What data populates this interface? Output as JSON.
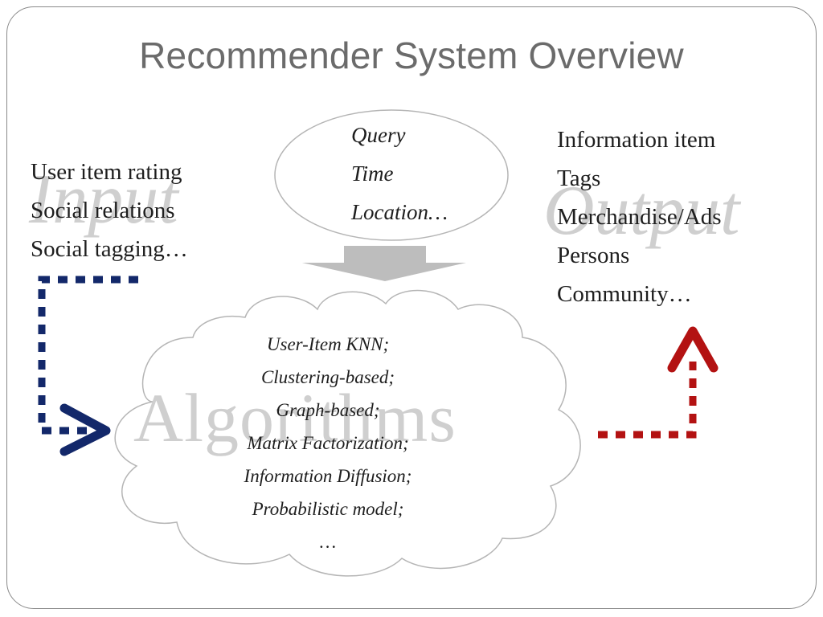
{
  "slide": {
    "title": "Recommender System Overview"
  },
  "watermarks": {
    "input": "Input",
    "output": "Output",
    "algorithms": "Algorithms"
  },
  "input_items": [
    "User item rating",
    "Social relations",
    "Social tagging…"
  ],
  "context_items": [
    "Query",
    "Time",
    "Location…"
  ],
  "output_items": [
    "Information item",
    "Tags",
    "Merchandise/Ads",
    "Persons",
    "Community…"
  ],
  "algorithm_items": [
    "User-Item KNN;",
    "Clustering-based;",
    "Graph-based;",
    "Matrix Factorization;",
    "Information Diffusion;",
    "Probabilistic model;",
    "…"
  ],
  "colors": {
    "input_arrow": "#13286a",
    "output_arrow": "#b31212",
    "down_arrow": "#bdbdbd",
    "shape_outline": "#b5b5b5"
  }
}
